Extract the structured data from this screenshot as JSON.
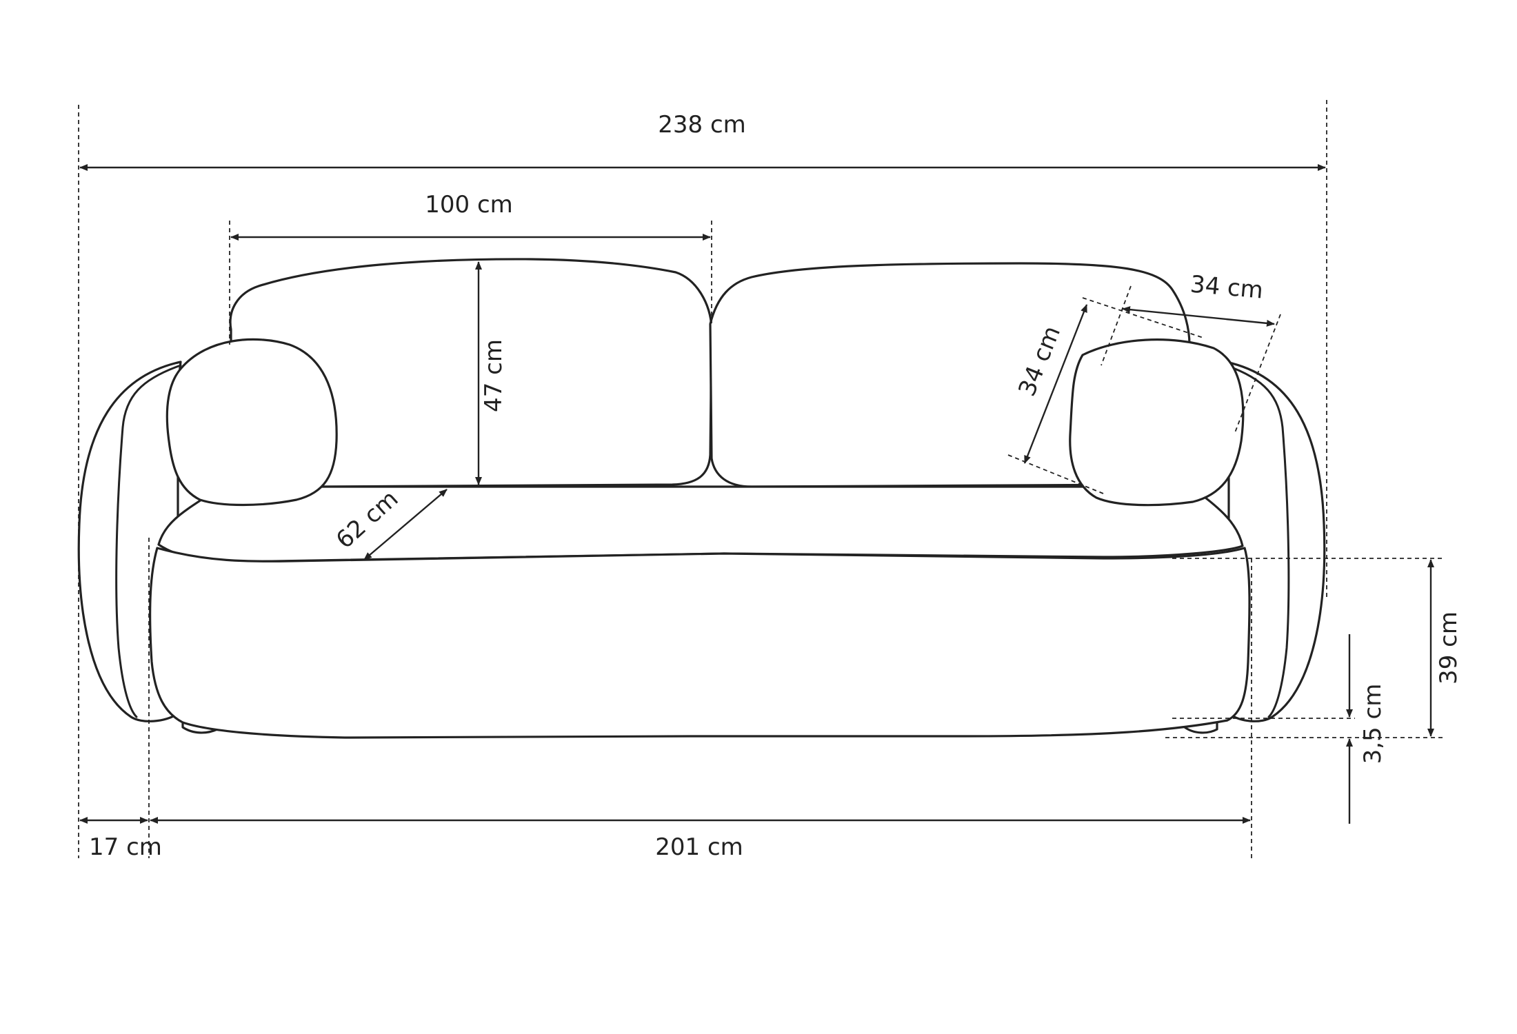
{
  "dimensions": {
    "overall_width": "238 cm",
    "back_cushion_width": "100 cm",
    "back_cushion_height": "47 cm",
    "seat_depth": "62 cm",
    "bolster_width": "34 cm",
    "bolster_height": "34 cm",
    "seat_height": "39 cm",
    "leg_height": "3,5 cm",
    "armrest_width": "17 cm",
    "seat_width": "201 cm"
  },
  "colors": {
    "line": "#222222",
    "background": "#ffffff"
  }
}
